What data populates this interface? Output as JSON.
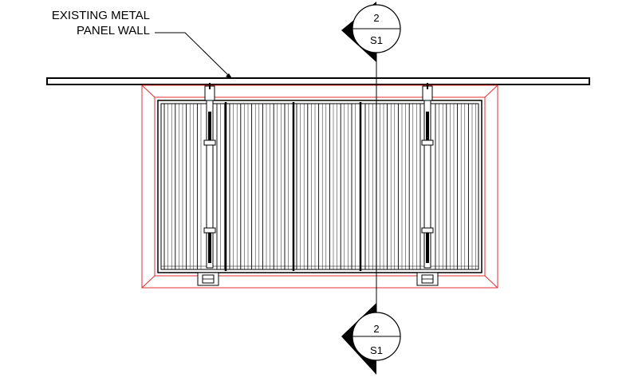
{
  "note": {
    "line1": "EXISTING METAL",
    "line2": "PANEL WALL"
  },
  "section_marks": [
    {
      "number": "2",
      "sheet": "S1"
    },
    {
      "number": "2",
      "sheet": "S1"
    }
  ],
  "colors": {
    "linework": "#000000",
    "outline": "#e03030"
  }
}
